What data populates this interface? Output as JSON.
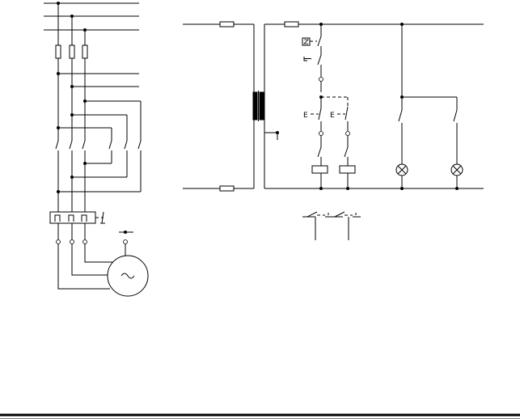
{
  "diagram": {
    "description_none": "",
    "labels": {
      "pushbutton_1": "E",
      "pushbutton_2": "E",
      "motor_symbol": "~"
    },
    "colors": {
      "line": "#000000",
      "background": "#ffffff"
    },
    "components": {
      "fuses_main": 3,
      "contacts_main": 6,
      "thermal_overload": 1,
      "motor": 1,
      "transformer": 1,
      "control_fuses": 2,
      "coils": 2,
      "lamps": 2
    }
  }
}
